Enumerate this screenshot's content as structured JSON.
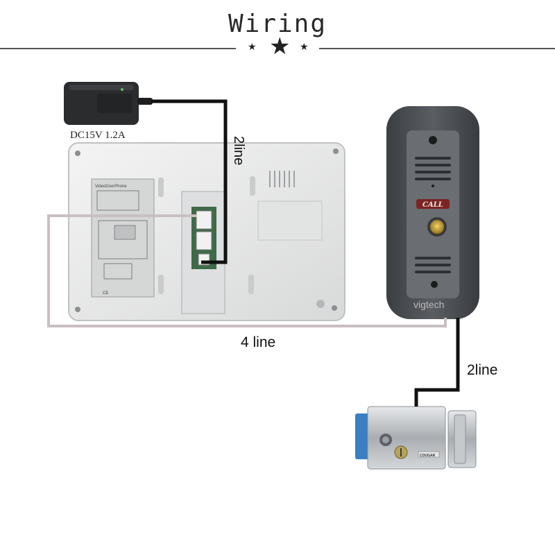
{
  "header": {
    "title": "Wiring"
  },
  "components": {
    "power_adapter": {
      "label": "DC15V 1.2A"
    },
    "indoor_monitor": {
      "label": "VideoDoorPhone",
      "panel_note": "CE"
    },
    "outdoor_unit": {
      "call_label": "CALL",
      "brand": "vigtech"
    },
    "electric_lock": {
      "brand": "COUGAR"
    }
  },
  "connections": {
    "adapter_to_monitor": "2line",
    "monitor_to_doorbell": "4 line",
    "doorbell_to_lock": "2line"
  },
  "colors": {
    "power_wire": "#111111",
    "signal_wire": "#c9bfc1",
    "lock_wire": "#111111",
    "monitor_body": "#e9eaea",
    "doorbell_body": "#4a4d52",
    "lock_blue": "#3a7fc2"
  },
  "icons": {
    "decor": [
      "star-icon",
      "star-icon",
      "star-icon"
    ]
  }
}
